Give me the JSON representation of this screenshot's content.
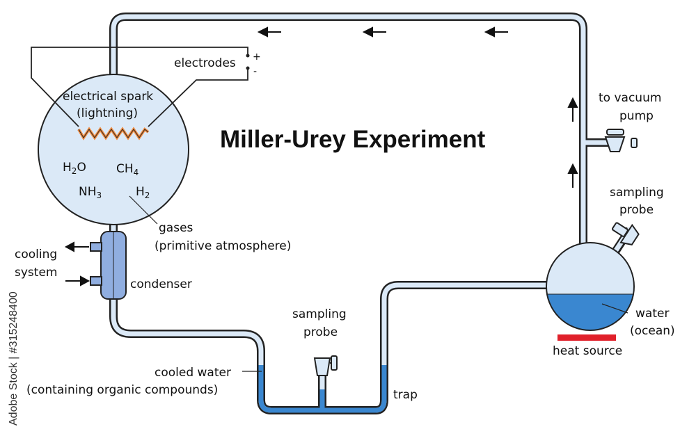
{
  "title": "Miller-Urey Experiment",
  "labels": {
    "electrodes": "electrodes",
    "plus": "+",
    "minus": "-",
    "spark_line1": "electrical spark",
    "spark_line2": "(lightning)",
    "gases_line1": "gases",
    "gases_line2": "(primitive atmosphere)",
    "cooling_line1": "cooling",
    "cooling_line2": "system",
    "condenser": "condenser",
    "cooled_line1": "cooled water",
    "cooled_line2": "(containing organic compounds)",
    "sampling_probe_bottom_line1": "sampling",
    "sampling_probe_bottom_line2": "probe",
    "trap": "trap",
    "vacuum_line1": "to vacuum",
    "vacuum_line2": "pump",
    "sampling_probe_right_line1": "sampling",
    "sampling_probe_right_line2": "probe",
    "water_line1": "water",
    "water_line2": "(ocean)",
    "heat_source": "heat source"
  },
  "formulas": {
    "h2o": {
      "main": "H",
      "sub": "2",
      "rest": "O"
    },
    "ch4": {
      "main": "CH",
      "sub": "4",
      "rest": ""
    },
    "nh3": {
      "main": "NH",
      "sub": "3",
      "rest": ""
    },
    "h2": {
      "main": "H",
      "sub": "2",
      "rest": ""
    }
  },
  "watermark": "Adobe Stock | #315248400",
  "colors": {
    "tube_fill": "#dbe9f7",
    "outline": "#222222",
    "water": "#3a87d0",
    "condenser": "#90aee0",
    "spark": "#f28a3c",
    "heat_source": "#e0202a"
  }
}
